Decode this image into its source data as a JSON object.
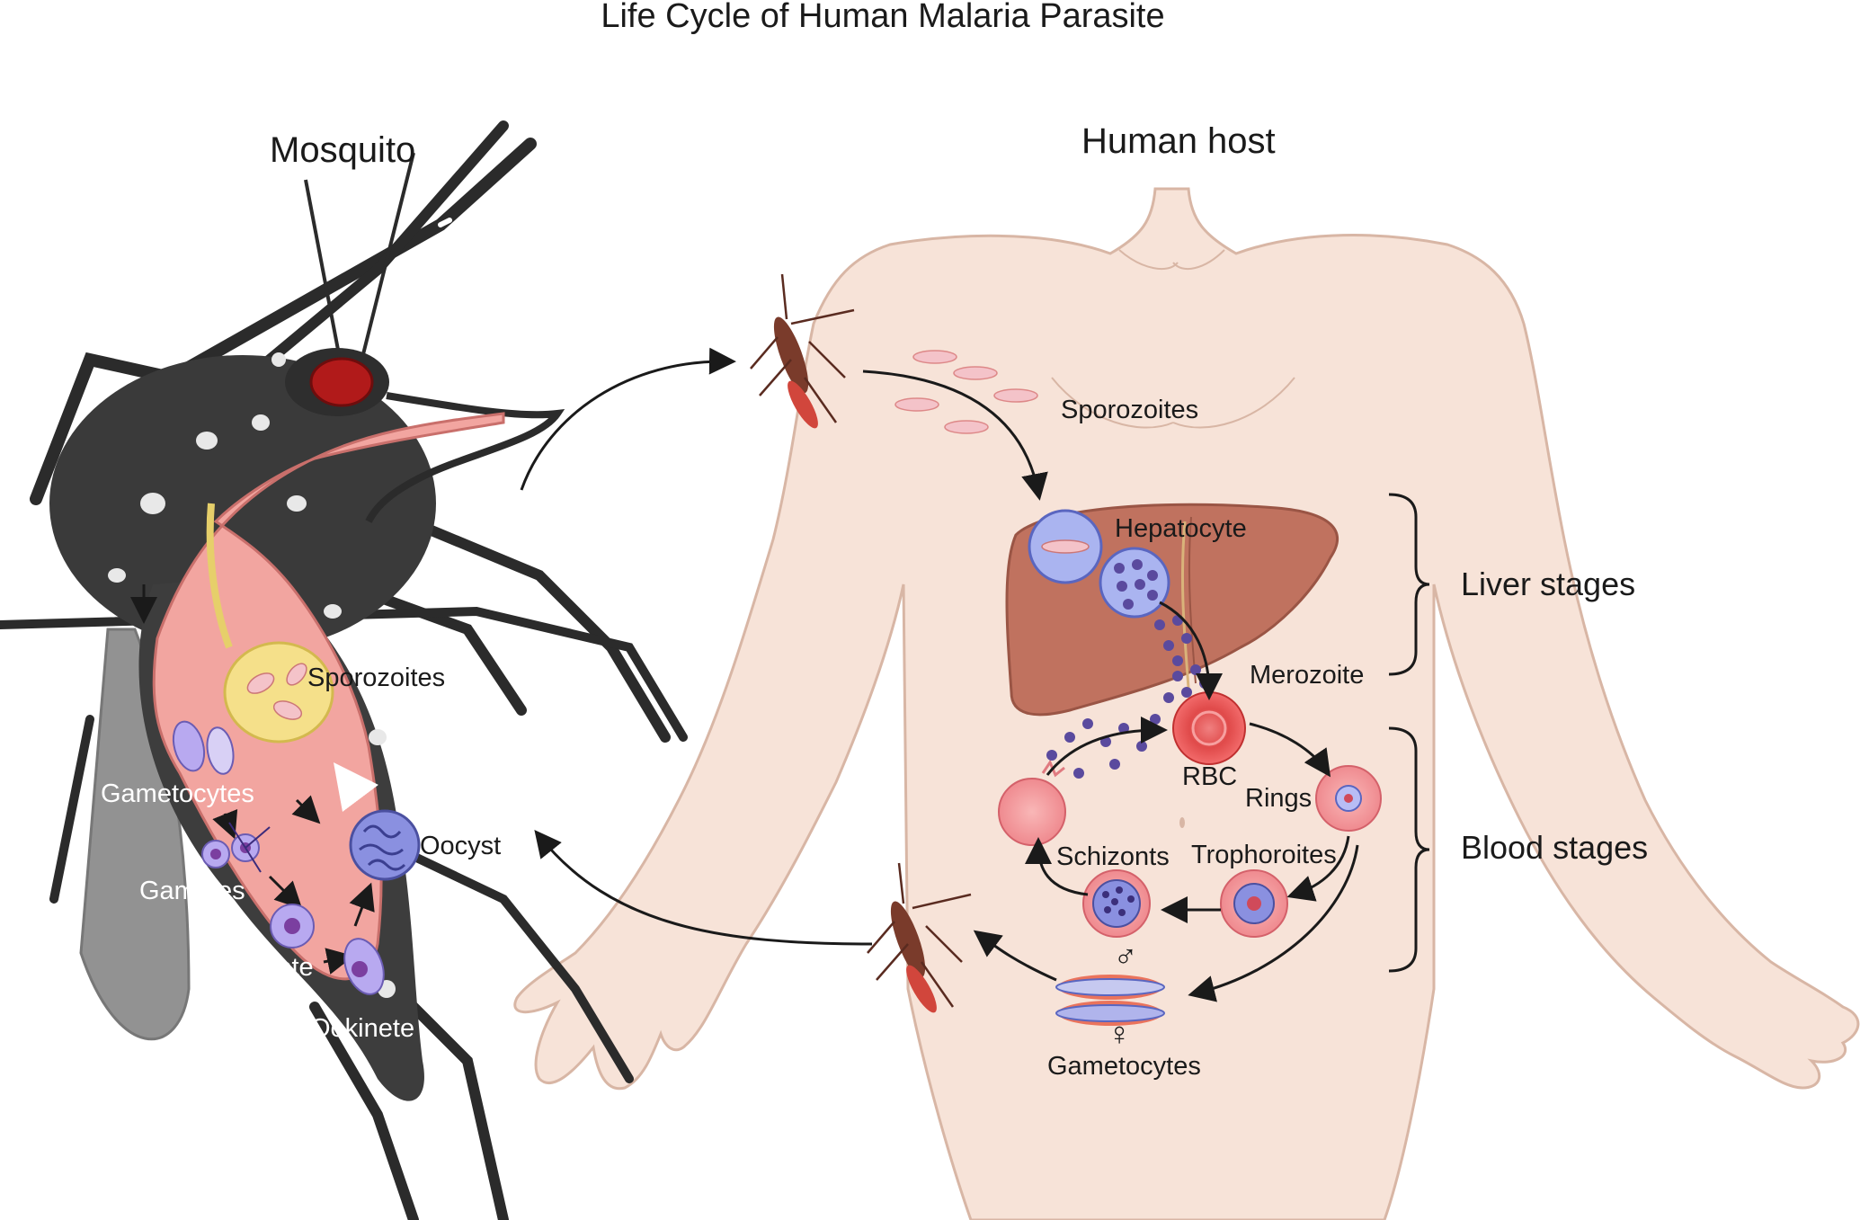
{
  "title": "Life Cycle of Human Malaria Parasite",
  "sections": {
    "mosquito": "Mosquito",
    "human": "Human host"
  },
  "stages": {
    "liver": "Liver stages",
    "blood": "Blood stages"
  },
  "human_labels": {
    "sporozoites": "Sporozoites",
    "hepatocyte": "Hepatocyte",
    "merozoite": "Merozoite",
    "rbc": "RBC",
    "rings": "Rings",
    "trophozoites": "Trophoroites",
    "schizonts": "Schizonts",
    "gametocytes": "Gametocytes"
  },
  "mosquito_labels": {
    "sporozoites": "Sporozoites",
    "gametocytes": "Gametocytes",
    "gametes": "Gametes",
    "zygote": "Zygote",
    "ookinete": "Ookinete",
    "oocyst": "Oocyst"
  },
  "symbols": {
    "male": "♂",
    "female": "♀"
  },
  "colors": {
    "skin": "#f7e3d8",
    "skin_outline": "#d8b6a5",
    "liver": "#c0725f",
    "mosquito_body": "#3a3a3a",
    "gut": "#f2a5a0",
    "salivary_gland": "#f5e08a",
    "rbc": "#e8595a",
    "parasite": "#5a4a9e",
    "cell_blue": "#aab4f0"
  }
}
